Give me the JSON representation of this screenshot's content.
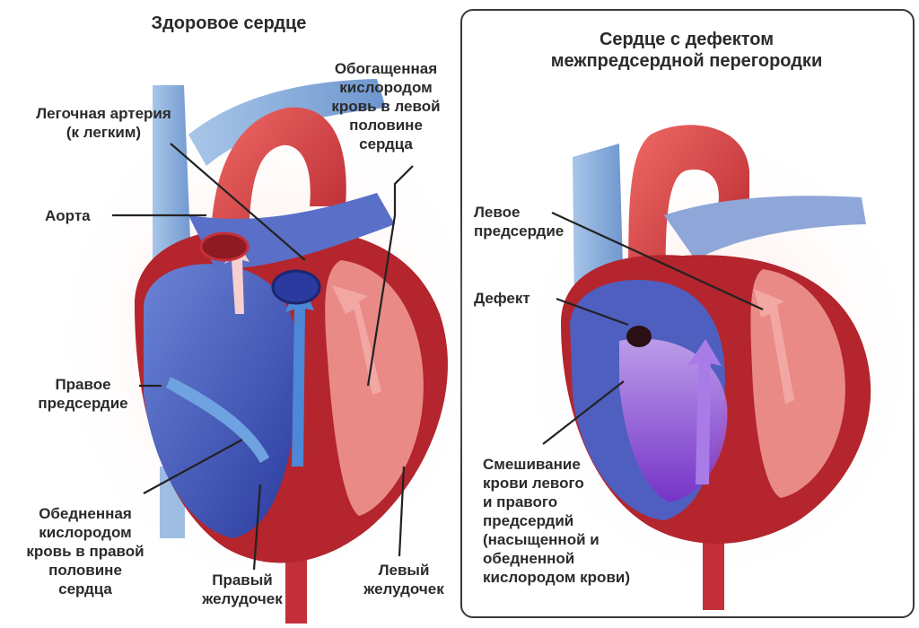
{
  "left_panel": {
    "title": "Здоровое сердце",
    "labels": {
      "oxygenated_blood": "Обогащенная\nкислородом\nкровь в левой\nполовине\nсердца",
      "pulmonary_artery": "Легочная артерия\n(к легким)",
      "aorta": "Аорта",
      "right_atrium": "Правое\nпредсердие",
      "deoxygenated_blood": "Обедненная\nкислородом\nкровь в правой\nполовине\nсердца",
      "right_ventricle": "Правый\nжелудочек",
      "left_ventricle": "Левый\nжелудочек"
    }
  },
  "right_panel": {
    "title": "Сердце с дефектом\nмежпредсердной перегородки",
    "labels": {
      "left_atrium": "Левое\nпредсердие",
      "defect": "Дефект",
      "mixing": "Смешивание\nкрови левого\nи правого\nпредсердий\n(насыщенной и\nобедненной\nкислородом крови)"
    }
  },
  "colors": {
    "oxygenated_red": "#d93b3b",
    "deoxygenated_blue": "#3b4fb8",
    "light_blue_vessel": "#8fb3dc",
    "mixed_purple": "#9a5ad6",
    "heart_dark_red": "#b4252d",
    "heart_pink": "#e98a87"
  }
}
